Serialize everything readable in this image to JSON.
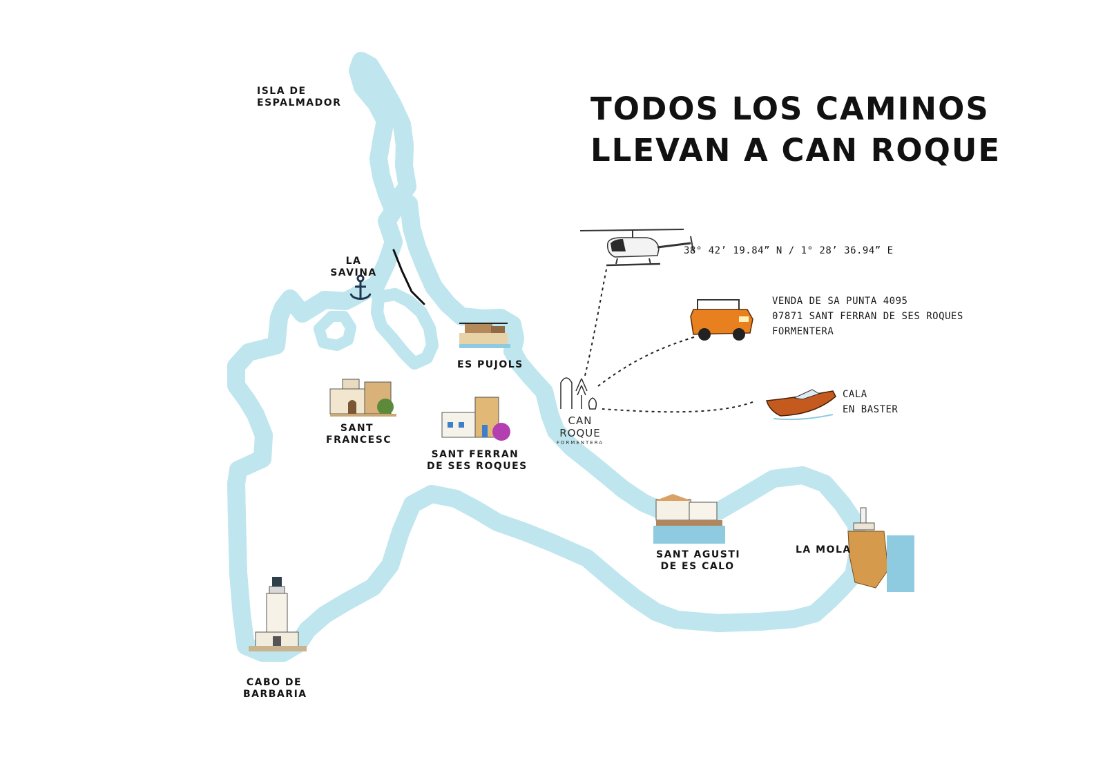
{
  "map": {
    "title": {
      "line1": "TODOS LOS CAMINOS",
      "line2": "LLEVAN A CAN ROQUE"
    },
    "places": {
      "espalmador": {
        "line1": "ISLA DE",
        "line2": "ESPALMADOR"
      },
      "savina": {
        "line1": "LA",
        "line2": "SAVINA"
      },
      "pujols": {
        "line1": "ES PUJOLS"
      },
      "francesc": {
        "line1": "SANT",
        "line2": "FRANCESC"
      },
      "ferran": {
        "line1": "SANT FERRAN",
        "line2": "DE SES ROQUES"
      },
      "agusti": {
        "line1": "SANT AGUSTI",
        "line2": "DE ES CALO"
      },
      "mola": {
        "line1": "LA MOLA"
      },
      "barbaria": {
        "line1": "CABO DE",
        "line2": "BARBARIA"
      }
    },
    "access": {
      "coordinates": "38° 42’ 19.84” N / 1° 28’ 36.94” E",
      "address": {
        "line1": "VENDA DE SA PUNTA 4095",
        "line2": "07871 SANT FERRAN DE SES ROQUES",
        "line3": "FORMENTERA"
      },
      "boat": {
        "line1": "CALA",
        "line2": "EN BASTER"
      }
    },
    "brand": {
      "name": "CAN ROQUE",
      "sub": "FORMENTERA"
    },
    "icons": [
      "helicopter-icon",
      "car-icon",
      "boat-icon",
      "anchor-icon",
      "lighthouse-icon",
      "church-icon",
      "tower-house-icon",
      "beach-hut-icon",
      "harbour-icon",
      "cliff-lighthouse-icon",
      "can-roque-logo"
    ],
    "colors": {
      "coast_halo": "#bfe6ee",
      "coast_line": "#111111",
      "car": "#e9801f",
      "boat": "#c45a1e",
      "bougainvillea": "#b43fb0",
      "sea": "#8fcbe0"
    }
  }
}
